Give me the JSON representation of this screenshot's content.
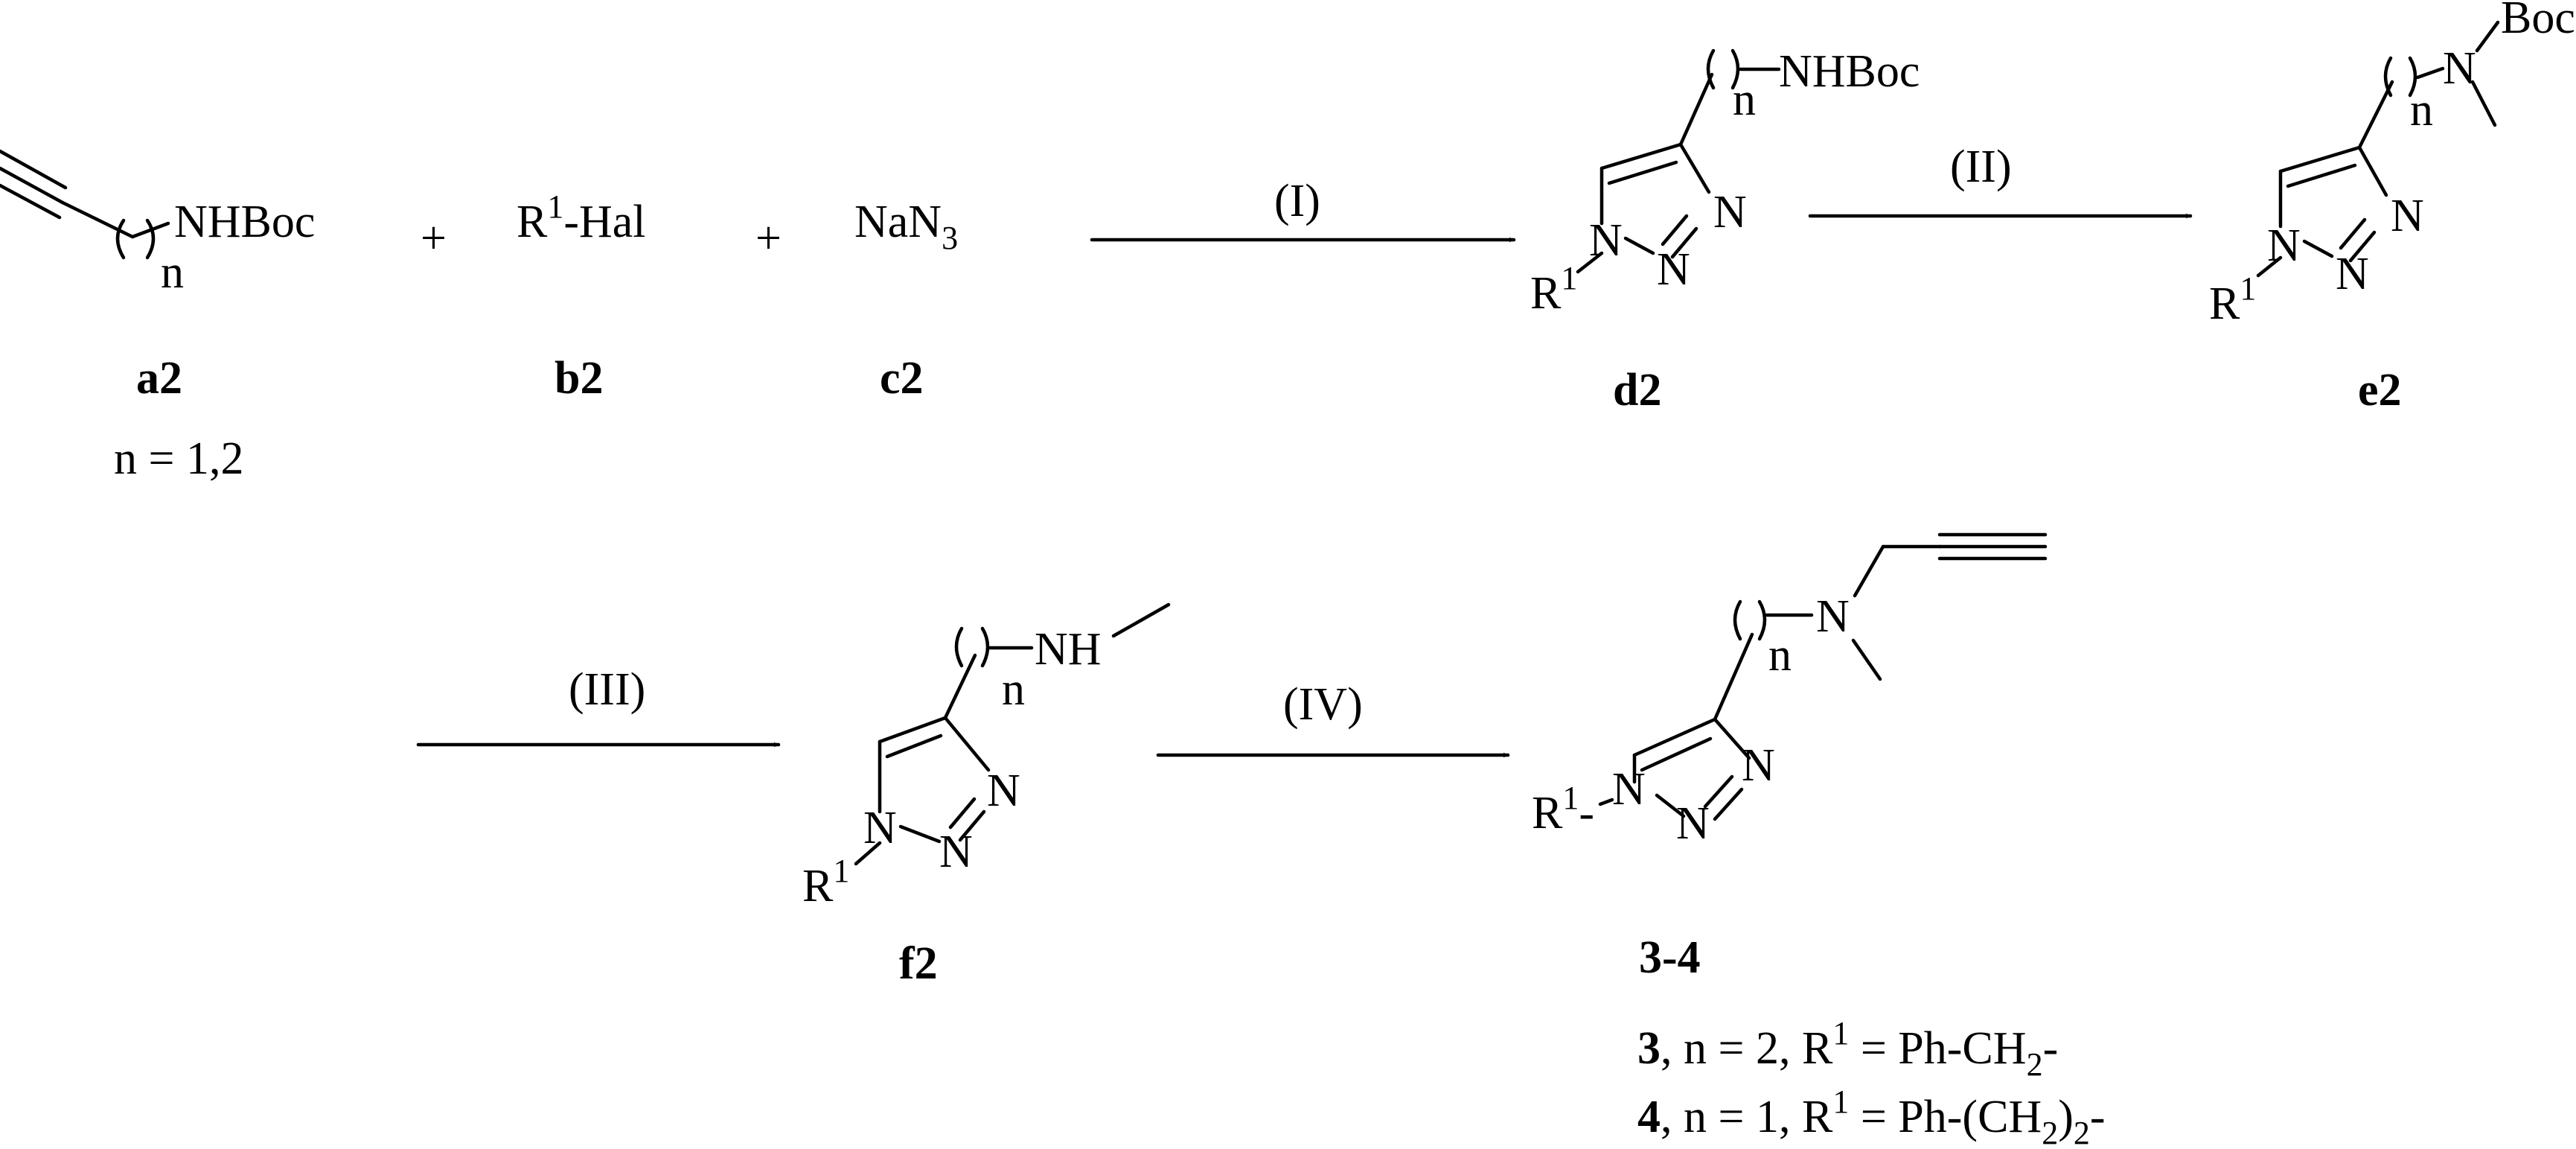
{
  "scheme": {
    "compounds": {
      "a2": {
        "label": "a2",
        "group": "NHBoc",
        "n": "n",
        "condition": "n = 1,2"
      },
      "b2": {
        "label": "b2",
        "r": "R",
        "sup": "1",
        "rest": "-Hal"
      },
      "c2": {
        "label": "c2",
        "na": "NaN",
        "sub": "3"
      },
      "d2": {
        "label": "d2",
        "group": "NHBoc",
        "n": "n",
        "n_atom": "N",
        "r": "R",
        "sup": "1"
      },
      "e2": {
        "label": "e2",
        "boc": "Boc",
        "n": "n",
        "n_atom": "N",
        "r": "R",
        "sup": "1"
      },
      "f2": {
        "label": "f2",
        "nh": "NH",
        "n": "n",
        "n_atom": "N",
        "r": "R",
        "sup": "1"
      },
      "p34": {
        "label": "3-4",
        "n": "n",
        "n_atom": "N",
        "r": "R",
        "sup": "1"
      }
    },
    "plus": "+",
    "steps": [
      "(I)",
      "(II)",
      "(III)",
      "(IV)"
    ],
    "products": [
      {
        "num": "3",
        "text1": ", n = 2, R",
        "sup": "1",
        "text2": " = Ph-CH",
        "sub": "2",
        "text3": "-"
      },
      {
        "num": "4",
        "text1": ", n = 1, R",
        "sup": "1",
        "text2": " = Ph-(CH",
        "sub": "2",
        "text3": ")",
        "sub2": "2",
        "text4": "-"
      }
    ]
  }
}
